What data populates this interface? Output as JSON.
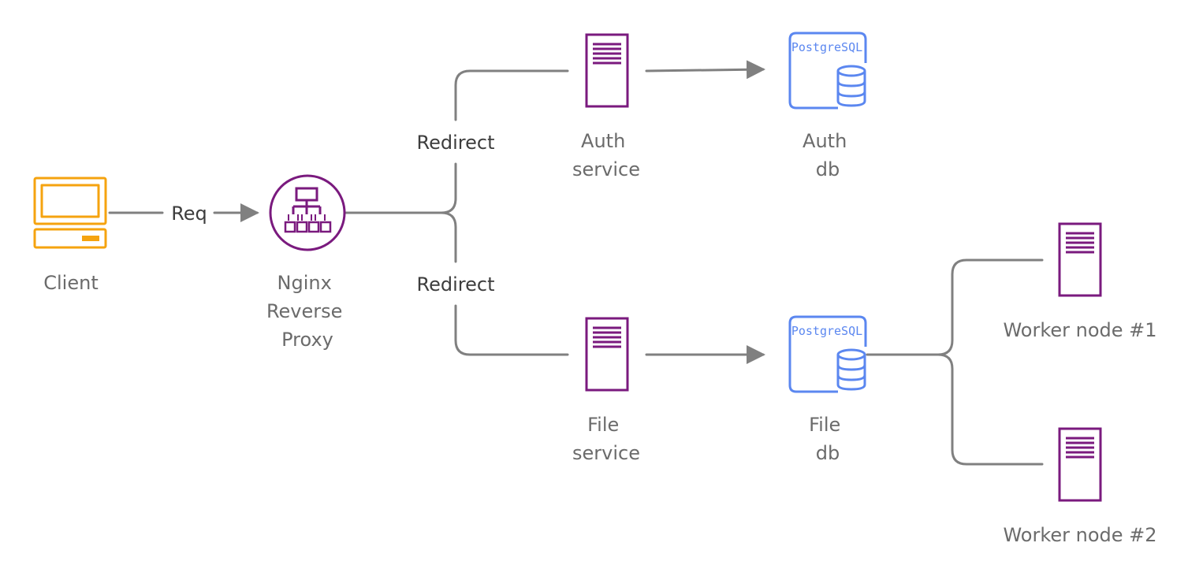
{
  "colors": {
    "edge": "#808080",
    "client": "#F5A30F",
    "service": "#7A1A7E",
    "database": "#5B87F0",
    "node_label": "#6b6b6b",
    "edge_label": "#3d3d3d"
  },
  "nodes": {
    "client": {
      "label": "Client",
      "icon": "desktop-computer-icon"
    },
    "proxy": {
      "label_lines": [
        "Nginx",
        "Reverse",
        "Proxy"
      ],
      "icon": "load-balancer-icon"
    },
    "auth_service": {
      "label_lines": [
        "Auth",
        "service"
      ],
      "icon": "server-icon"
    },
    "auth_db": {
      "label_lines": [
        "Auth",
        "db"
      ],
      "badge": "PostgreSQL",
      "icon": "database-icon"
    },
    "file_service": {
      "label_lines": [
        "File",
        "service"
      ],
      "icon": "server-icon"
    },
    "file_db": {
      "label_lines": [
        "File",
        "db"
      ],
      "badge": "PostgreSQL",
      "icon": "database-icon"
    },
    "worker_1": {
      "label": "Worker node #1",
      "icon": "server-icon"
    },
    "worker_2": {
      "label": "Worker node #2",
      "icon": "server-icon"
    }
  },
  "edges": {
    "req_label": "Req",
    "redirect_auth_label": "Redirect",
    "redirect_file_label": "Redirect"
  }
}
